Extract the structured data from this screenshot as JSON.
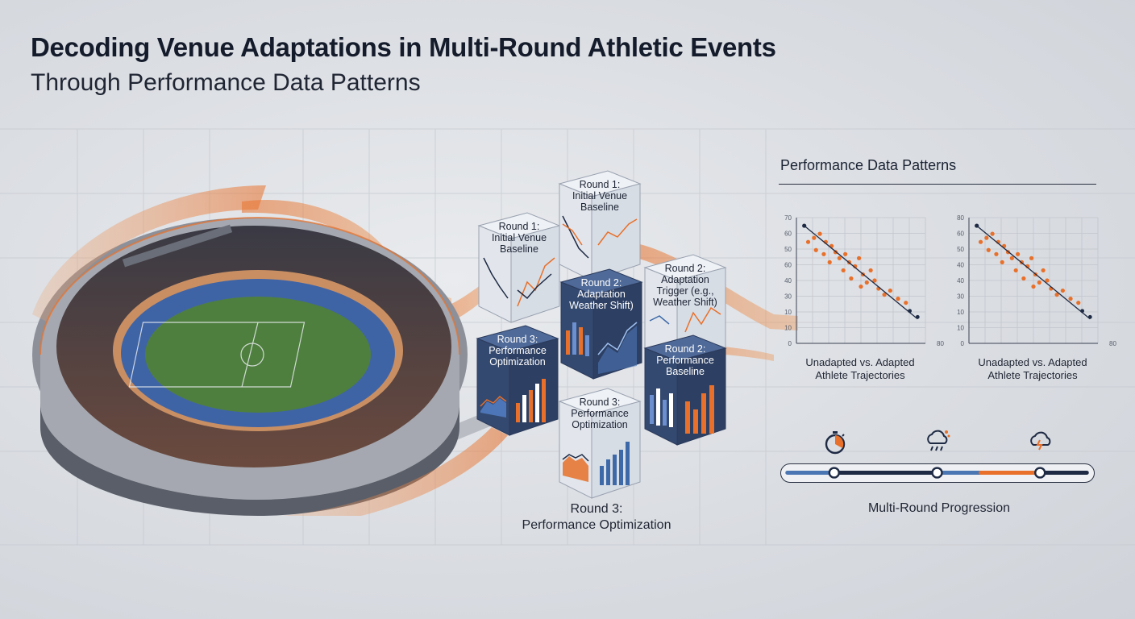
{
  "header": {
    "title": "Decoding Venue Adaptations in Multi-Round Athletic Events",
    "subtitle": "Through Performance Data Patterns"
  },
  "cubes": [
    {
      "line1": "Round 1:",
      "line2": "Initial Venue",
      "line3": "Baseline"
    },
    {
      "line1": "Round 1:",
      "line2": "Initial Venue",
      "line3": "Baseline"
    },
    {
      "line1": "Round 2:",
      "line2": "Adaptation",
      "line3": "Weather Shift)"
    },
    {
      "line1": "Round 2:",
      "line2": "Adaptation",
      "line3": "Trigger (e.g.,",
      "line4": "Weather Shift)"
    },
    {
      "line1": "Round 3:",
      "line2": "Performance",
      "line3": "Optimization"
    },
    {
      "line1": "Round 2:",
      "line2": "Performance",
      "line3": "Baseline"
    },
    {
      "line1": "Round 3:",
      "line2": "Performance",
      "line3": "Optimization"
    }
  ],
  "round3_caption": {
    "line1": "Round 3:",
    "line2": "Performance Optimization"
  },
  "panel": {
    "title": "Performance Data Patterns",
    "progression_caption": "Multi-Round Progression"
  },
  "chart_data": [
    {
      "type": "scatter",
      "yticks": [
        "70",
        "60",
        "50",
        "60",
        "40",
        "30",
        "10",
        "10",
        "0"
      ],
      "x_end_label": "80",
      "caption_line1": "Unadapted vs. Adapted",
      "caption_line2": "Athlete Trajectories",
      "points": [
        [
          6,
          50
        ],
        [
          9,
          52
        ],
        [
          12,
          54
        ],
        [
          15,
          50
        ],
        [
          10,
          46
        ],
        [
          14,
          44
        ],
        [
          18,
          48
        ],
        [
          20,
          45
        ],
        [
          22,
          42
        ],
        [
          17,
          40
        ],
        [
          25,
          44
        ],
        [
          27,
          40
        ],
        [
          24,
          36
        ],
        [
          30,
          38
        ],
        [
          32,
          42
        ],
        [
          34,
          34
        ],
        [
          28,
          32
        ],
        [
          36,
          30
        ],
        [
          38,
          36
        ],
        [
          40,
          31
        ],
        [
          42,
          27
        ],
        [
          33,
          28
        ],
        [
          45,
          24
        ],
        [
          48,
          26
        ],
        [
          52,
          22
        ],
        [
          56,
          20
        ]
      ],
      "trend": {
        "from": [
          4,
          58
        ],
        "to": [
          62,
          12
        ]
      },
      "dark_points": [
        [
          58,
          16
        ],
        [
          62,
          13
        ]
      ],
      "point_color": "#e8702a",
      "trend_color": "#1e2a44"
    },
    {
      "type": "scatter",
      "yticks": [
        "80",
        "60",
        "50",
        "40",
        "40",
        "30",
        "10",
        "10",
        "0"
      ],
      "x_end_label": "80",
      "caption_line1": "Unadapted vs. Adapted",
      "caption_line2": "Athlete Trajectories",
      "points": [
        [
          6,
          50
        ],
        [
          9,
          52
        ],
        [
          12,
          54
        ],
        [
          15,
          50
        ],
        [
          10,
          46
        ],
        [
          14,
          44
        ],
        [
          18,
          48
        ],
        [
          20,
          45
        ],
        [
          22,
          42
        ],
        [
          17,
          40
        ],
        [
          25,
          44
        ],
        [
          27,
          40
        ],
        [
          24,
          36
        ],
        [
          30,
          38
        ],
        [
          32,
          42
        ],
        [
          34,
          34
        ],
        [
          28,
          32
        ],
        [
          36,
          30
        ],
        [
          38,
          36
        ],
        [
          40,
          31
        ],
        [
          42,
          27
        ],
        [
          33,
          28
        ],
        [
          45,
          24
        ],
        [
          48,
          26
        ],
        [
          52,
          22
        ],
        [
          56,
          20
        ]
      ],
      "trend": {
        "from": [
          4,
          58
        ],
        "to": [
          62,
          12
        ]
      },
      "dark_points": [
        [
          58,
          16
        ],
        [
          62,
          13
        ]
      ],
      "point_color": "#e8702a",
      "trend_color": "#1e2a44"
    }
  ],
  "progress": {
    "knobs": [
      0.17,
      0.5,
      0.83
    ],
    "segment_colors": [
      "#4a77b4",
      "#1e2a44",
      "#4a77b4",
      "#e8702a",
      "#1e2a44"
    ]
  },
  "icons": [
    "stopwatch-icon",
    "rain-cloud-icon",
    "storm-cloud-icon"
  ],
  "colors": {
    "accent_orange": "#e8702a",
    "navy": "#1e2a44",
    "blue": "#3e69a8"
  }
}
